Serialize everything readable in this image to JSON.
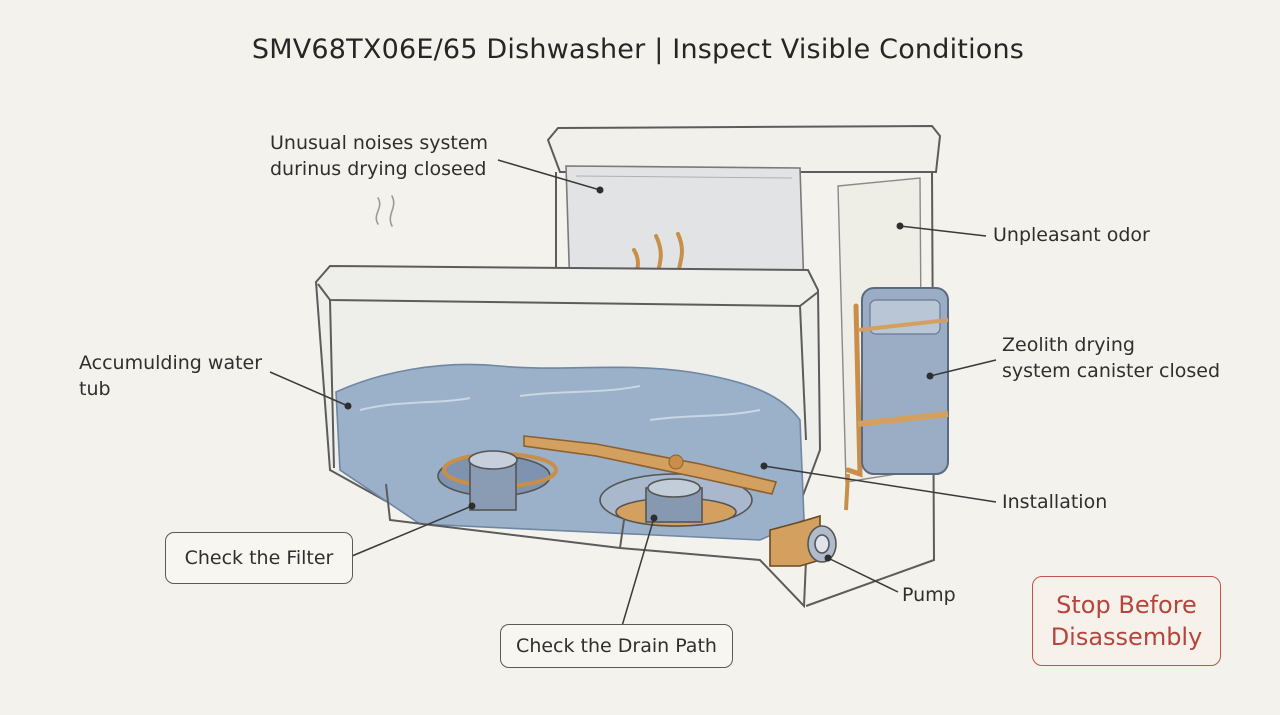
{
  "title": "SMV68TX06E/65 Dishwasher | Inspect Visible Conditions",
  "labels": {
    "noises_line1": "Unusual noises system",
    "noises_line2": "durinus drying closeed",
    "odor": "Unpleasant odor",
    "zeolith_line1": "Zeolith drying",
    "zeolith_line2": "system canister closed",
    "accum_line1": "Accumulding water",
    "accum_line2": "tub",
    "installation": "Installation",
    "pump": "Pump"
  },
  "buttons": {
    "check_filter": "Check the Filter",
    "check_drain": "Check the Drain Path"
  },
  "warning": {
    "line1": "Stop Before",
    "line2": "Disassembly"
  },
  "colors": {
    "water": "#8fa7c4",
    "brass": "#d4a060",
    "warning": "#c0554a"
  }
}
